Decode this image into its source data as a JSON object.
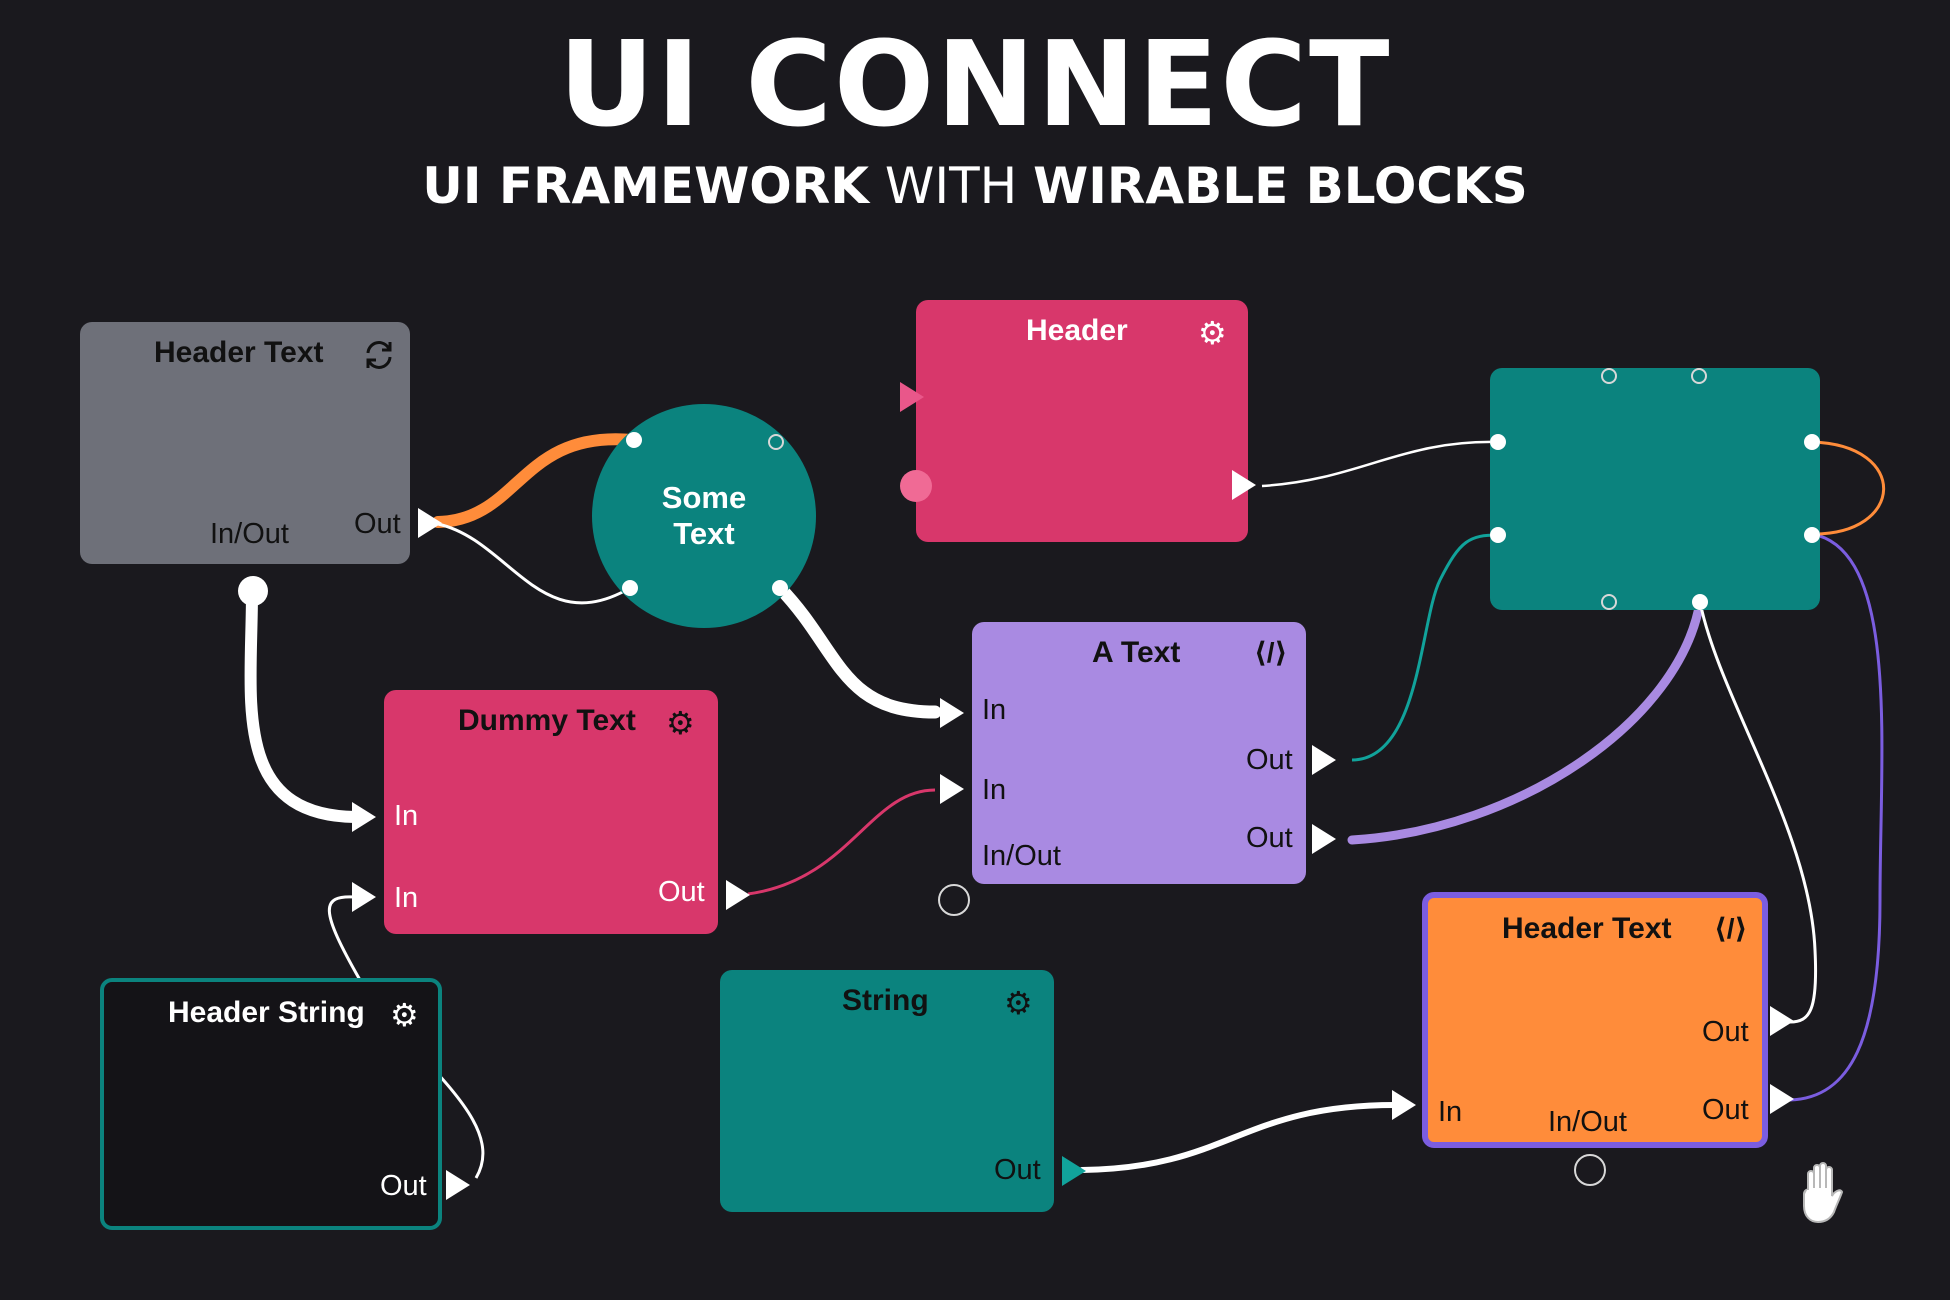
{
  "header": {
    "title": "UI CONNECT",
    "subtitle_part1": "UI FRAMEWORK",
    "subtitle_part2": "WITH",
    "subtitle_part3": "WIRABLE BLOCKS"
  },
  "colors": {
    "background": "#1a191e",
    "gray_block": "#6e7079",
    "pink_block": "#d8376b",
    "teal_block": "#0b837e",
    "purple_block": "#a98ae2",
    "orange_block": "#ff8c3a",
    "orange_wire": "#ff8c3a",
    "purple_wire": "#7b5de0",
    "teal_wire": "#11a39b",
    "pink_wire": "#d8376b"
  },
  "blocks": {
    "header_text_gray": {
      "title": "Header Text",
      "icon": "refresh-icon",
      "port_inout": "In/Out",
      "port_out": "Out"
    },
    "some_text": {
      "label_line1": "Some",
      "label_line2": "Text"
    },
    "header_pink": {
      "title": "Header",
      "icon": "gear-icon"
    },
    "dummy_text": {
      "title": "Dummy Text",
      "icon": "gear-icon",
      "port_in1": "In",
      "port_in2": "In",
      "port_out": "Out"
    },
    "a_text": {
      "title": "A Text",
      "icon": "code-icon",
      "port_in1": "In",
      "port_in2": "In",
      "port_inout": "In/Out",
      "port_out1": "Out",
      "port_out2": "Out"
    },
    "header_string": {
      "title": "Header String",
      "icon": "gear-icon",
      "port_out": "Out"
    },
    "string": {
      "title": "String",
      "icon": "gear-icon",
      "port_out": "Out"
    },
    "header_text_orange": {
      "title": "Header Text",
      "icon": "code-icon",
      "port_in": "In",
      "port_inout": "In/Out",
      "port_out1": "Out",
      "port_out2": "Out"
    }
  }
}
